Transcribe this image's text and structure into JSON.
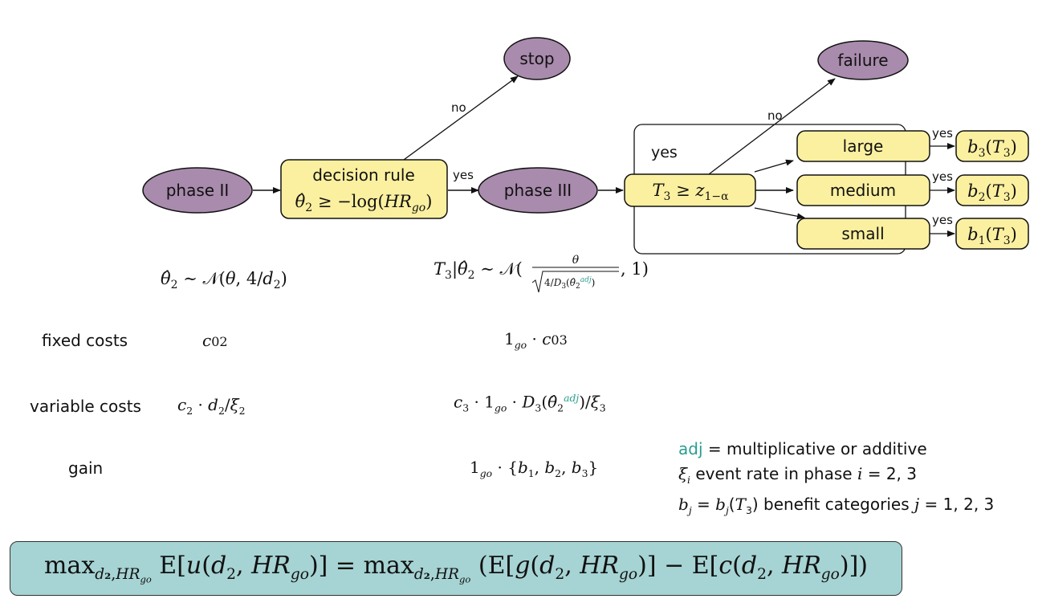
{
  "nodes": {
    "phase2": "phase II",
    "decision_line1": "decision rule",
    "decision_line2": "θ̂₂ ≥ −log(HRgo)",
    "phase3": "phase III",
    "stop": "stop",
    "test": "T₃ ≥ z1−α",
    "failure": "failure",
    "large": "large",
    "medium": "medium",
    "small": "small",
    "b3": "b₃(T₃)",
    "b2": "b₂(T₃)",
    "b1": "b₁(T₃)"
  },
  "edge_labels": {
    "no_stop": "no",
    "yes_phase3": "yes",
    "yes_box": "yes",
    "no_failure": "no",
    "yes_large": "yes",
    "yes_medium": "yes",
    "yes_small": "yes"
  },
  "distributions": {
    "phase2": "θ̂₂ ∼ 𝒩(θ, 4/d₂)",
    "phase3": "T₃|θ̂₂ ∼ 𝒩(θ / √(4/D₃(θ̂₂^adj)), 1)"
  },
  "rows": {
    "fixed_label": "fixed costs",
    "variable_label": "variable costs",
    "gain_label": "gain",
    "fixed_phase2": "c02",
    "fixed_phase3": "1go · c03",
    "variable_phase2": "c2 · d2/ξ2",
    "variable_phase3": "c3 · 1go · D3(θ̂2adj)/ξ3",
    "gain_phase3": "1go · {b1, b2, b3}"
  },
  "legend": {
    "line1": "adj = multiplicative or additive",
    "line2": "ξi event rate in phase i = 2, 3",
    "line3": "bj = bj(T3) benefit categories j = 1, 2, 3"
  },
  "objective": "maxd2,HRgo E[u(d2, HRgo)] = maxd2,HRgo (E[g(d2, HRgo)] − E[c(d2, HRgo)])",
  "colors": {
    "purple_node": "#a98bad",
    "yellow_node": "#fbf0a0",
    "teal_box": "#a6d3d3",
    "adj_accent": "#2a9d8f"
  }
}
